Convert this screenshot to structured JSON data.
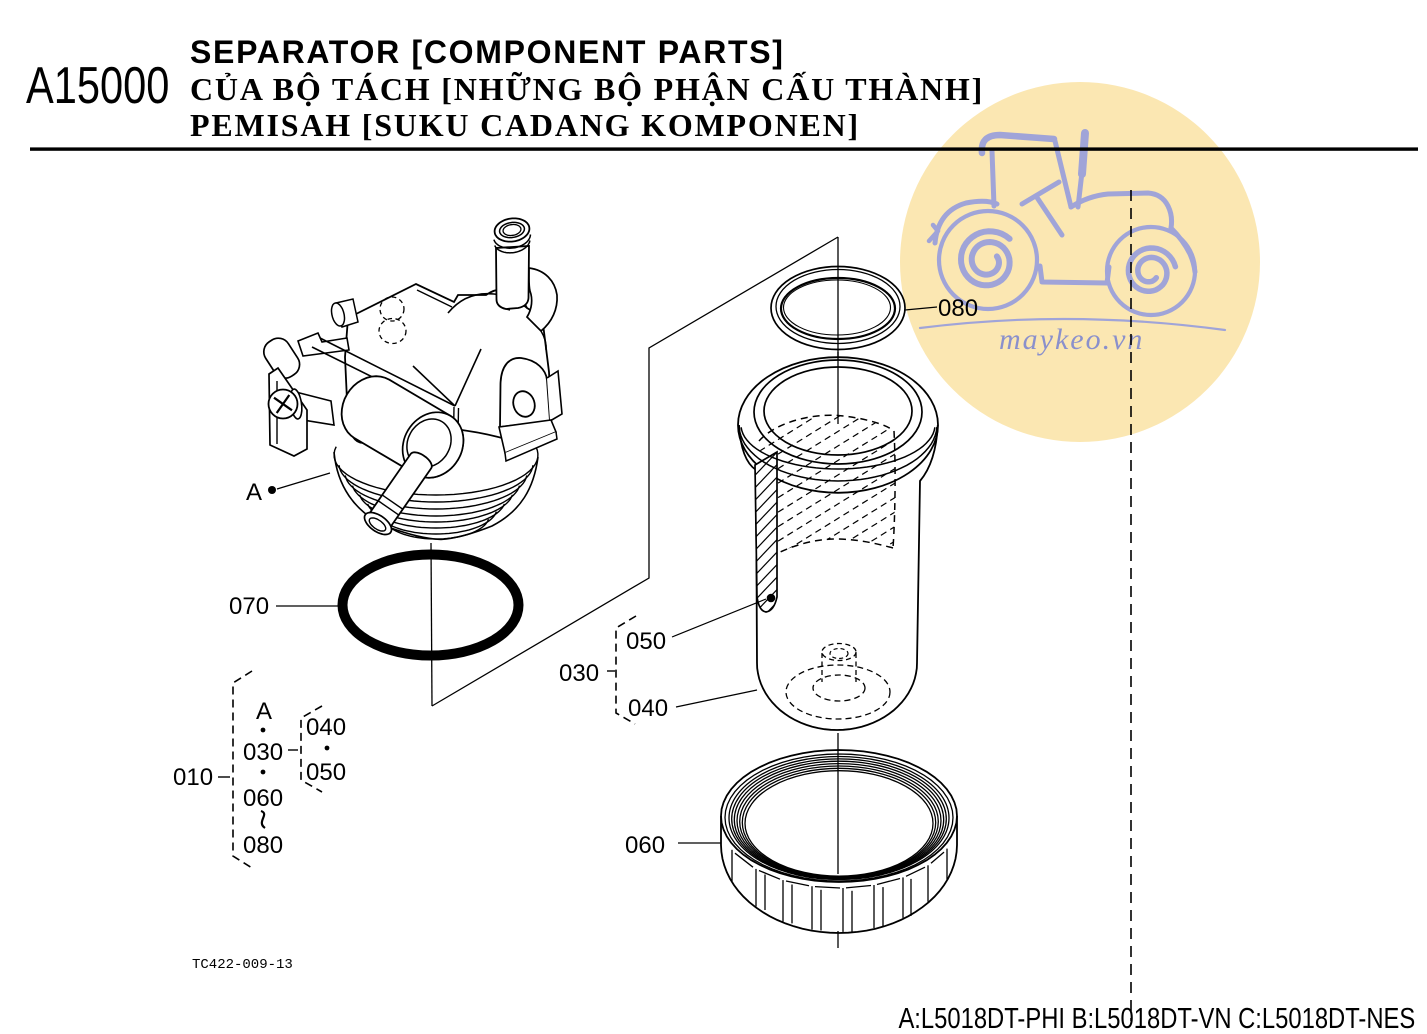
{
  "header": {
    "code": "A15000",
    "titles": [
      "SEPARATOR [COMPONENT PARTS]",
      "CỦA BỘ TÁCH [NHỮNG BỘ PHẬN CẤU THÀNH]",
      "PEMISAH [SUKU CADANG KOMPONEN]"
    ]
  },
  "watermark": {
    "site": "maykeo.vn",
    "circle_color": "#fbe7b2",
    "art_color": "#a0a4d8"
  },
  "labels": {
    "separator_assy": "010",
    "bowl_assembly": "030",
    "bowl": "040",
    "element": "050",
    "ring_nut": "060",
    "oring_large": "070",
    "oring_small": "080",
    "head_ref": "A",
    "tilde": "~"
  },
  "parts_tree": {
    "root": "010",
    "root_children": [
      "A",
      "030",
      "060",
      "080"
    ],
    "sub": "030",
    "sub_children": [
      "040",
      "050"
    ]
  },
  "footer": {
    "figure_no": "TC422-009-13",
    "models": "A:L5018DT-PHI B:L5018DT-VN C:L5018DT-NES"
  }
}
